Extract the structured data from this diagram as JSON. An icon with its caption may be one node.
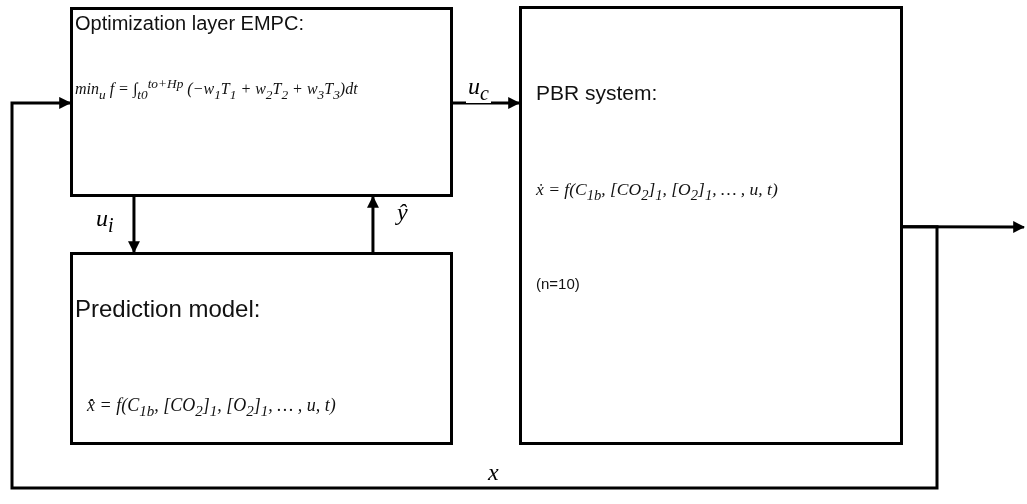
{
  "diagram": {
    "nodes": [
      {
        "text": [
          "Optimization layer EMPC:",
          "min$_{u}$ f = ∫$_{t0}$$^{to+Hp}$ (−w$_{1}$T$_{1}$ + w$_{2}$T$_{2}$ + w$_{3}$T$_{3}$)dt"
        ]
      },
      {
        "text": [
          "Prediction model:",
          "x̂̇ = f(C$_{1b}$, [CO$_{2}$]$_{1}$, [O$_{2}$]$_{1}$, … , u, t)"
        ]
      },
      {
        "text": [
          "PBR system:",
          "ẋ = f(C$_{1b}$, [CO$_{2}$]$_{1}$, [O$_{2}$]$_{1}$, … , u, t)",
          "(n=10)"
        ]
      }
    ],
    "edges": [
      {
        "from": 0,
        "to": 2,
        "arrow": "to",
        "label": "u$_{c}$"
      },
      {
        "from": 0,
        "to": 1,
        "arrow": "to",
        "label": "u$_{i}$"
      },
      {
        "from": 1,
        "to": 0,
        "arrow": "to",
        "label": "ŷ"
      },
      {
        "from": 2,
        "to": null,
        "arrow": "to"
      },
      {
        "from": 2,
        "to": 0,
        "arrow": "to",
        "label": "x"
      }
    ]
  }
}
